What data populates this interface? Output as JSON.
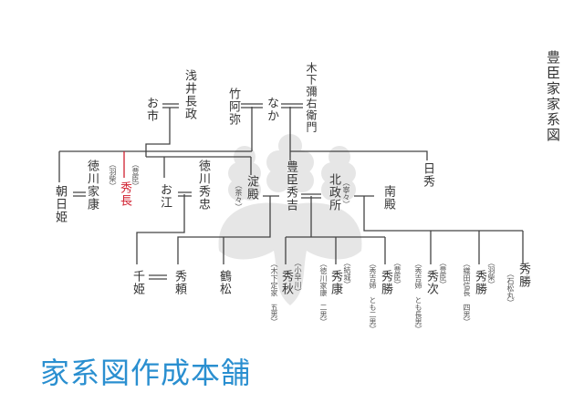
{
  "title": {
    "clan": "豊臣家",
    "subtitle": "家系図"
  },
  "brand": {
    "text": "家系図作成本舗",
    "color": "#2a8fd0"
  },
  "colors": {
    "line": "#444444",
    "highlight": "#d02030",
    "crest": "#e4e4e4"
  },
  "people": {
    "azai": "浅井長政",
    "oichi": "お市",
    "chikuami": "竹阿弥",
    "naka": "なか",
    "yaemon": "木下彌右衛門",
    "asahi": "朝日姫",
    "ieyasu": "徳川家康",
    "hidenaga": "秀長",
    "hidenaga_n1": "（羽柴）",
    "hidenaga_n2": "（豊臣）",
    "go": "お江",
    "hidetada": "徳川秀忠",
    "yodo": "淀殿",
    "yodo_n": "（茶々）",
    "hideyoshi": "豊臣秀吉",
    "kita": "北政所",
    "kita_n": "（寧々）",
    "minami": "南殿",
    "nisshu": "日秀",
    "senhime": "千姫",
    "hideyori": "秀頼",
    "tsurumatsu": "鶴松",
    "hideaki": "秀秋",
    "hideaki_n1": "（木下定家　五男）",
    "hideaki_n2": "（小早川）",
    "hideyasu": "秀康",
    "hideyasu_n1": "（徳川家康　二男）",
    "hideyasu_n2": "（結城）",
    "hidekatsu1": "秀勝",
    "hidekatsu1_n1": "（秀吉姉　とも二男）",
    "hidekatsu1_n2": "（豊臣）",
    "hidetsugu": "秀次",
    "hidetsugu_n1": "（秀吉姉　とも長男）",
    "hidetsugu_n2": "（豊臣）",
    "hidekatsu2": "秀勝",
    "hidekatsu2_n1": "（織田信長　四男）",
    "hidekatsu2_n2": "（羽柴）",
    "hidekatsu3": "秀勝",
    "hidekatsu3_n1": "（石松丸）"
  }
}
